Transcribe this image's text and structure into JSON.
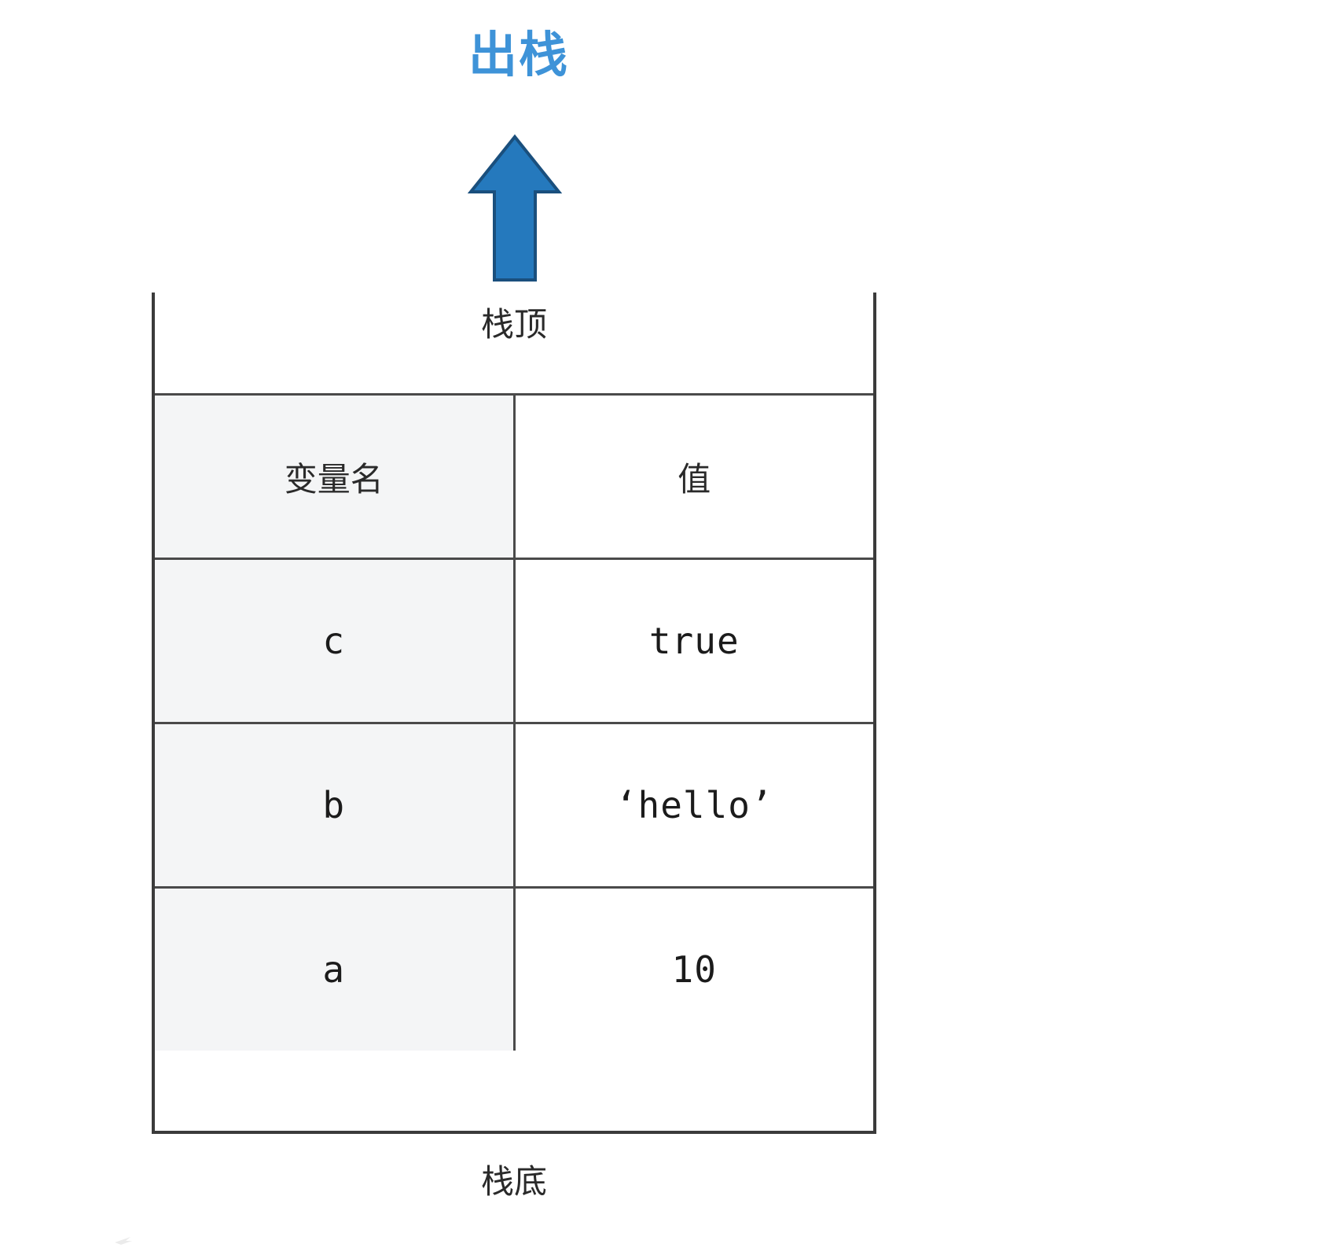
{
  "diagram": {
    "title": "出栈",
    "title_color": "#3e93d8",
    "arrow": {
      "icon": "arrow-up-icon",
      "direction": "up",
      "fill_color": "#2579bd",
      "stroke_color": "#1a4f7d"
    },
    "stack_top_label": "栈顶",
    "stack_bottom_label": "栈底",
    "table": {
      "headers": [
        "变量名",
        "值"
      ],
      "rows": [
        {
          "name": "c",
          "value": "true"
        },
        {
          "name": "b",
          "value": "‘hello’"
        },
        {
          "name": "a",
          "value": "10"
        }
      ]
    },
    "colors": {
      "name_column_bg": "#f4f5f6",
      "value_column_bg": "#ffffff",
      "border": "#4a4a4a",
      "outer_border": "#3b3b3b",
      "text": "#2a2a2a"
    }
  }
}
